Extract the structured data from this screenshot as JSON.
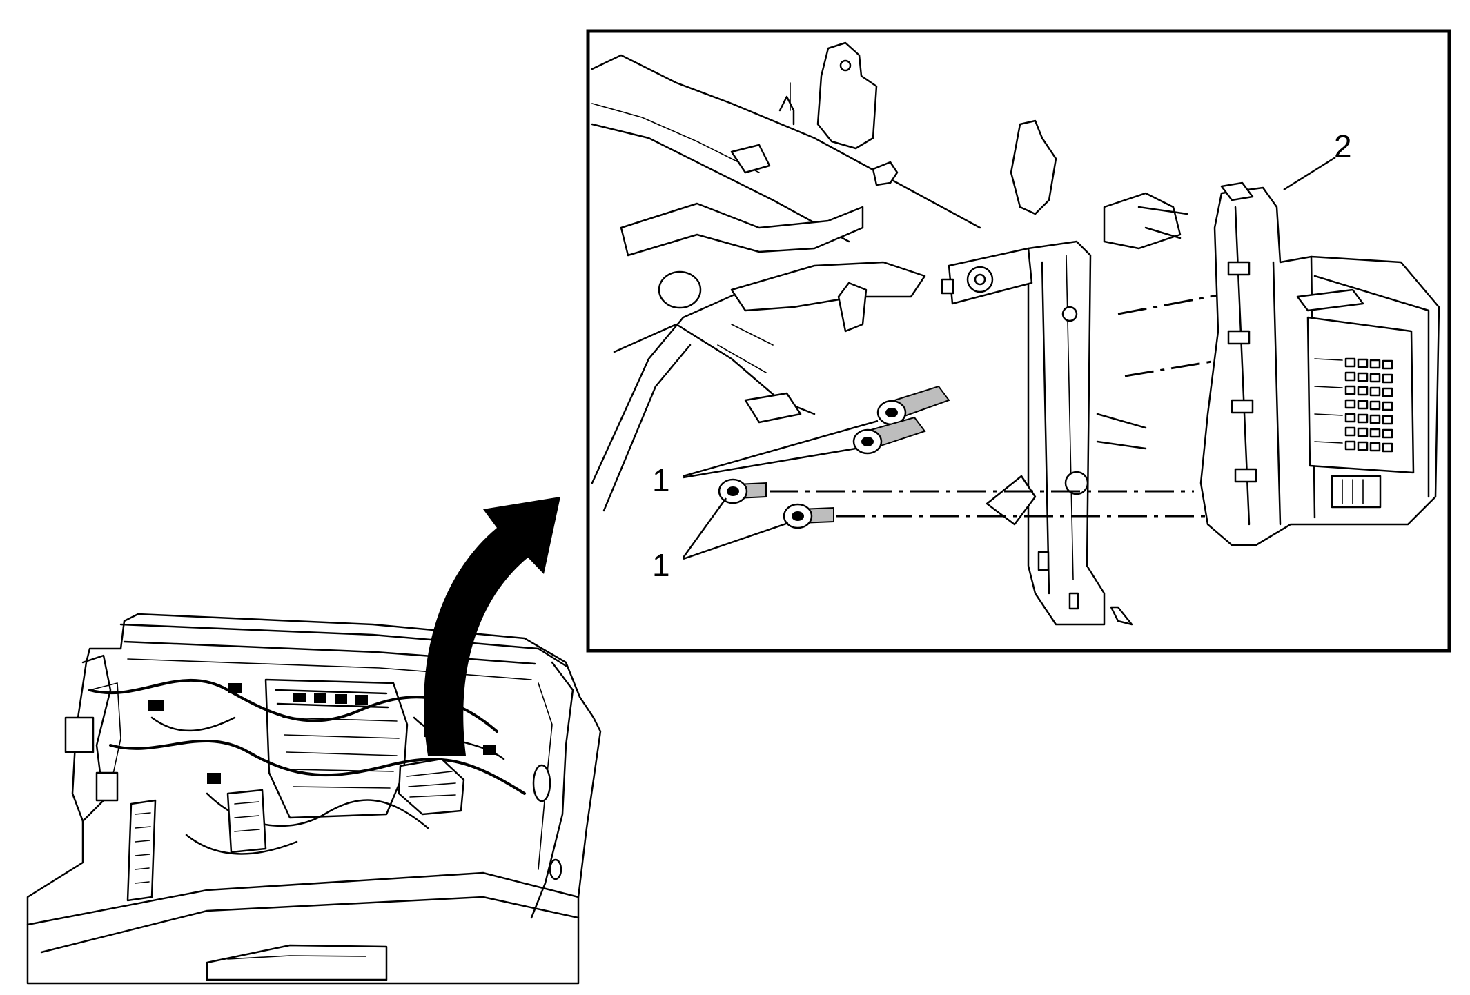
{
  "diagram": {
    "callouts": [
      {
        "id": "bolts-upper",
        "label": "1"
      },
      {
        "id": "bolts-lower",
        "label": "1"
      },
      {
        "id": "module",
        "label": "2"
      }
    ]
  }
}
